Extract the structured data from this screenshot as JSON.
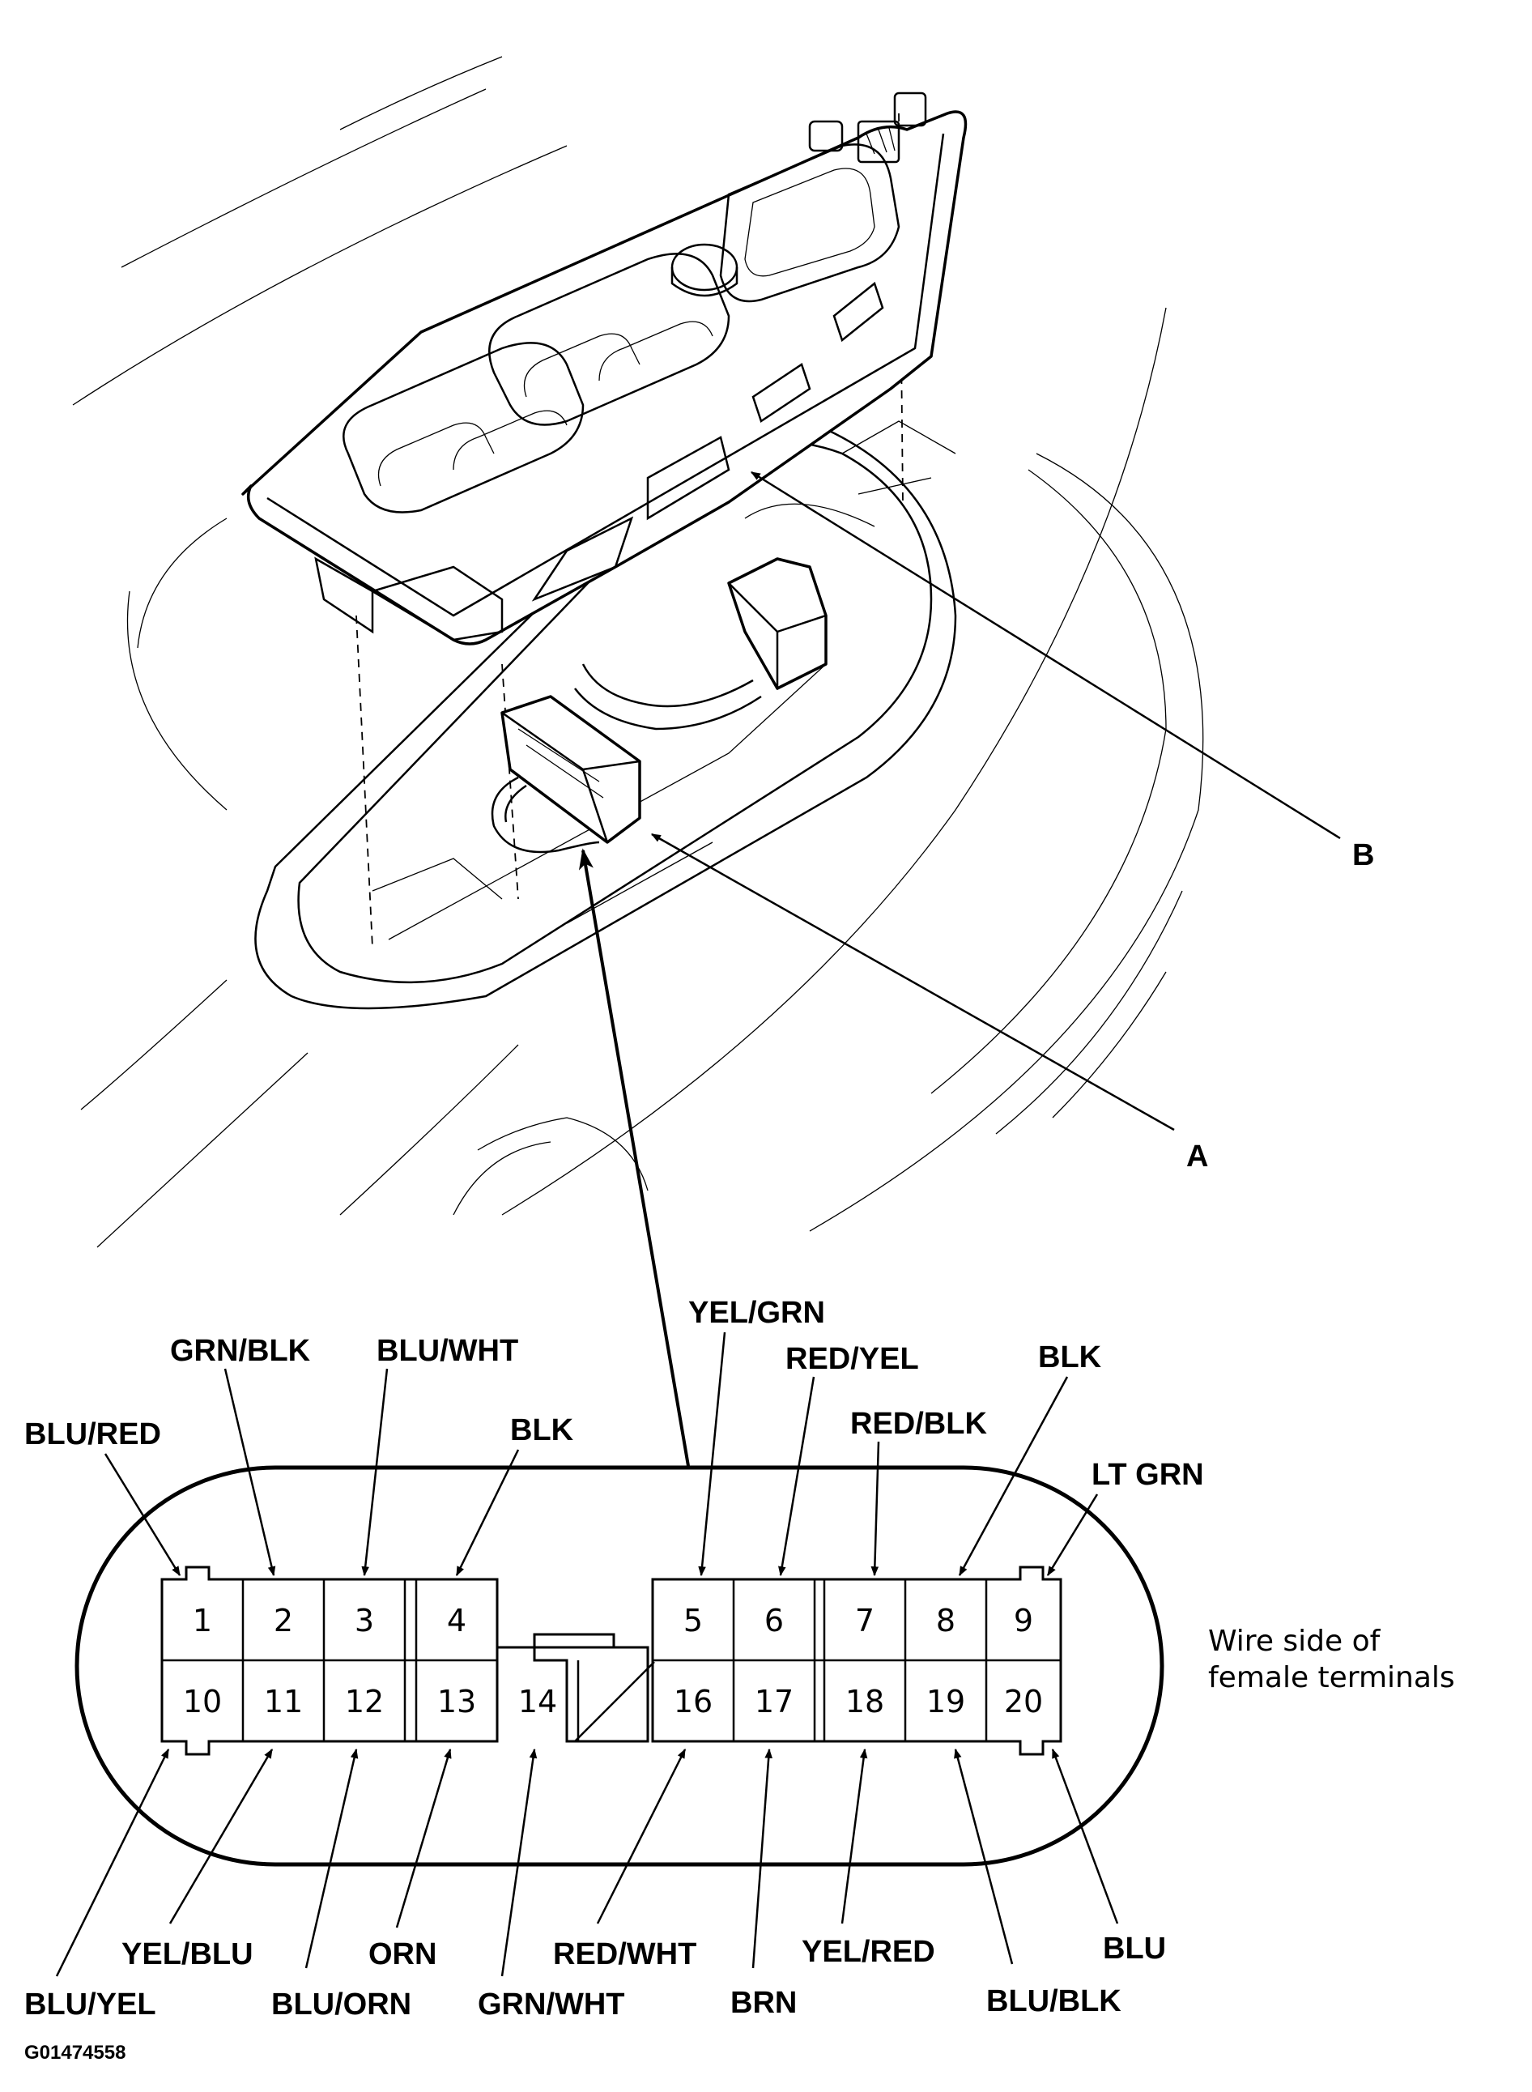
{
  "callouts": {
    "a": "A",
    "b": "B"
  },
  "connector": {
    "terminals_top": [
      "1",
      "2",
      "3",
      "4",
      "5",
      "6",
      "7",
      "8",
      "9"
    ],
    "terminals_bottom": [
      "10",
      "11",
      "12",
      "13",
      "14",
      "16",
      "17",
      "18",
      "19",
      "20"
    ],
    "note_line1": "Wire side of",
    "note_line2": "female terminals"
  },
  "wires_top": {
    "t1": "BLU/RED",
    "t2": "GRN/BLK",
    "t3": "BLU/WHT",
    "t4": "BLK",
    "t5": "YEL/GRN",
    "t6": "RED/YEL",
    "t7": "RED/BLK",
    "t8": "BLK",
    "t9": "LT GRN"
  },
  "wires_bottom": {
    "t10": "BLU/YEL",
    "t11": "YEL/BLU",
    "t12": "BLU/ORN",
    "t13": "ORN",
    "t14": "GRN/WHT",
    "t16": "RED/WHT",
    "t17": "BRN",
    "t18": "YEL/RED",
    "t19": "BLU/BLK",
    "t20": "BLU"
  },
  "figure_code": "G01474558"
}
